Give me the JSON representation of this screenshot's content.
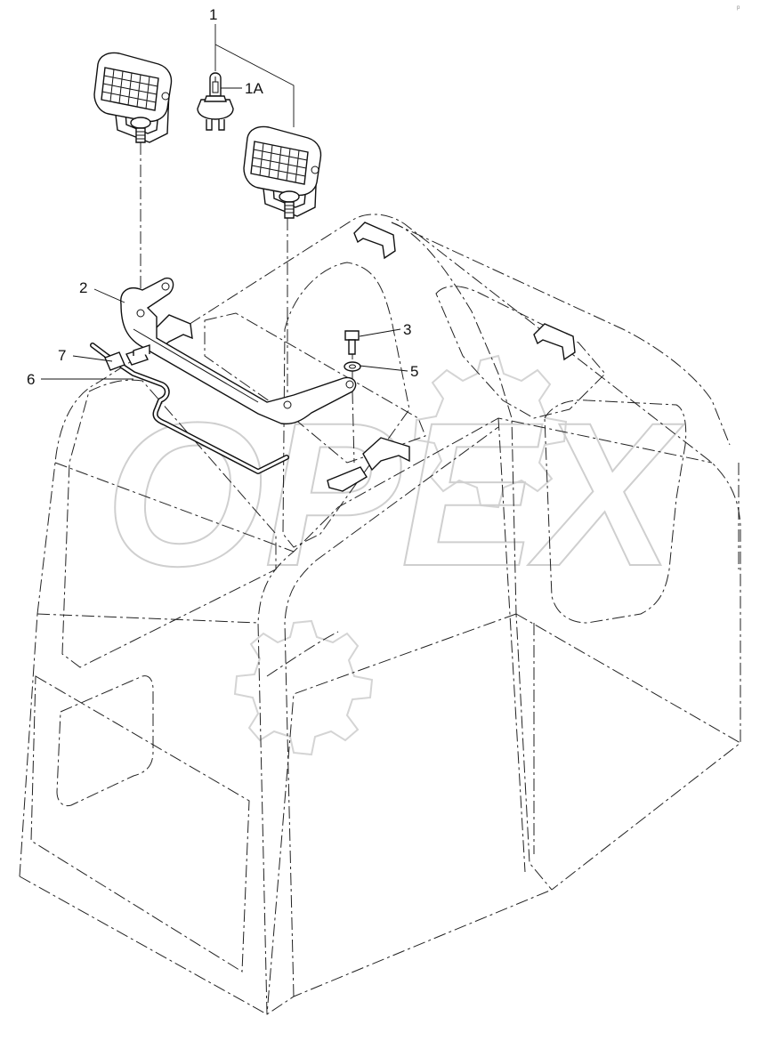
{
  "diagram": {
    "callouts": [
      {
        "id": "1",
        "label": "1"
      },
      {
        "id": "1A",
        "label": "1A"
      },
      {
        "id": "2",
        "label": "2"
      },
      {
        "id": "3",
        "label": "3"
      },
      {
        "id": "5",
        "label": "5"
      },
      {
        "id": "6",
        "label": "6"
      },
      {
        "id": "7",
        "label": "7"
      }
    ],
    "watermark": "OPEX",
    "corner_mark": "p"
  }
}
